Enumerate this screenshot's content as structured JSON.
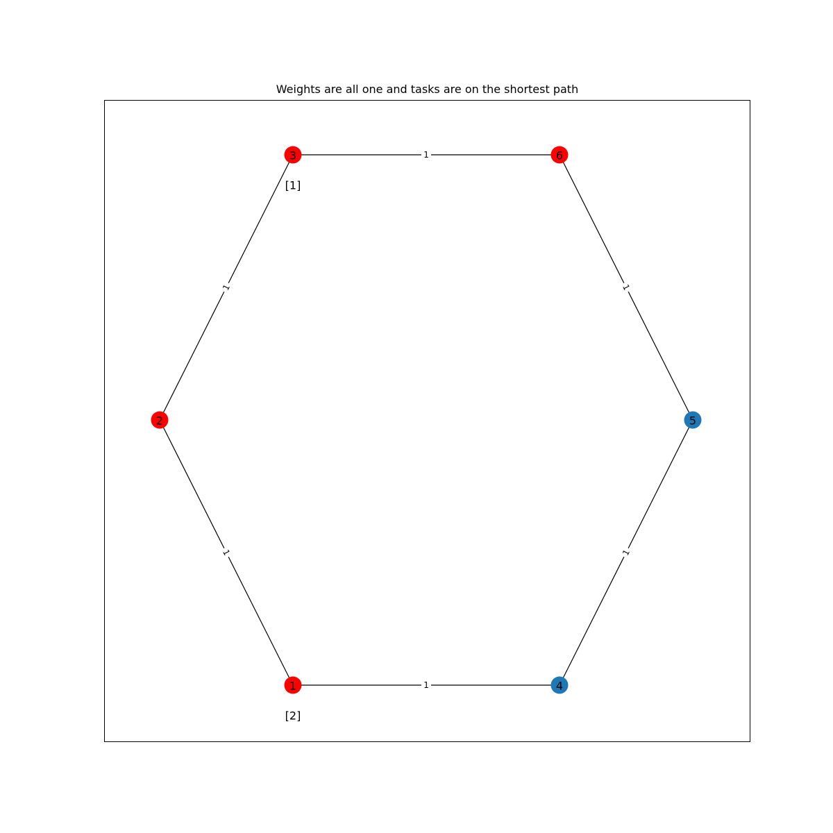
{
  "title": "Weights are all one and tasks are on the shortest path",
  "colors": {
    "path_node": "#ff0000",
    "other_node": "#1f77b4",
    "edge": "#000000"
  },
  "nodes": [
    {
      "id": "1",
      "on_path": true,
      "task": "[2]"
    },
    {
      "id": "2",
      "on_path": true,
      "task": ""
    },
    {
      "id": "3",
      "on_path": true,
      "task": "[1]"
    },
    {
      "id": "4",
      "on_path": false,
      "task": ""
    },
    {
      "id": "5",
      "on_path": false,
      "task": ""
    },
    {
      "id": "6",
      "on_path": true,
      "task": ""
    }
  ],
  "edges": [
    {
      "source": "3",
      "target": "6",
      "weight": "1"
    },
    {
      "source": "3",
      "target": "2",
      "weight": "1"
    },
    {
      "source": "6",
      "target": "5",
      "weight": "1"
    },
    {
      "source": "2",
      "target": "1",
      "weight": "1"
    },
    {
      "source": "5",
      "target": "4",
      "weight": "1"
    },
    {
      "source": "1",
      "target": "4",
      "weight": "1"
    }
  ]
}
